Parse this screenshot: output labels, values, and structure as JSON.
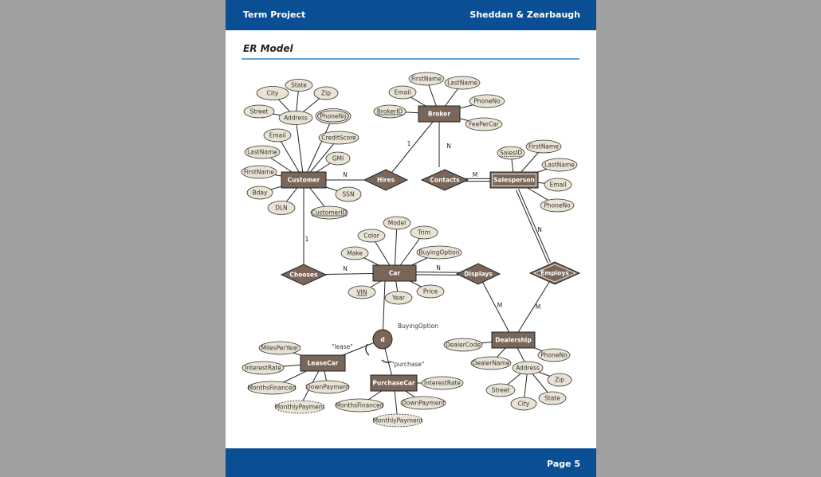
{
  "header": {
    "title": "Term Project",
    "authors": "Sheddan & Zearbaugh"
  },
  "section_title": "ER Model",
  "footer": {
    "page": "Page 5"
  },
  "colors": {
    "header_blue": "#0a4f93",
    "rule_blue": "#5ea4dd",
    "entity_fill": "#7a6659",
    "attribute_fill": "#e9e3d4"
  },
  "diagram": {
    "entities": [
      {
        "id": "customer",
        "label": "Customer"
      },
      {
        "id": "broker",
        "label": "Broker"
      },
      {
        "id": "salesperson",
        "label": "Salesperson"
      },
      {
        "id": "car",
        "label": "Car"
      },
      {
        "id": "dealership",
        "label": "Dealership"
      },
      {
        "id": "leasecar",
        "label": "LeaseCar"
      },
      {
        "id": "purchasecar",
        "label": "PurchaseCar"
      }
    ],
    "relationships": [
      {
        "id": "hires",
        "label": "Hires"
      },
      {
        "id": "contacts",
        "label": "Contacts"
      },
      {
        "id": "chooses",
        "label": "Chooses"
      },
      {
        "id": "displays",
        "label": "Displays"
      },
      {
        "id": "employs",
        "label": "Employs"
      }
    ],
    "attributes": [
      {
        "id": "cust-city",
        "label": "City"
      },
      {
        "id": "cust-state",
        "label": "State"
      },
      {
        "id": "cust-zip",
        "label": "Zip"
      },
      {
        "id": "cust-street",
        "label": "Street"
      },
      {
        "id": "cust-address",
        "label": "Address"
      },
      {
        "id": "cust-phoneno",
        "label": "PhoneNo"
      },
      {
        "id": "cust-email",
        "label": "Email"
      },
      {
        "id": "cust-creditscore",
        "label": "CreditScore"
      },
      {
        "id": "cust-lastname",
        "label": "LastName"
      },
      {
        "id": "cust-gmi",
        "label": "GMI"
      },
      {
        "id": "cust-firstname",
        "label": "FirstName"
      },
      {
        "id": "cust-bday",
        "label": "Bday"
      },
      {
        "id": "cust-ssn",
        "label": "SSN"
      },
      {
        "id": "cust-dln",
        "label": "DLN"
      },
      {
        "id": "cust-customerid",
        "label": "CustomerID"
      },
      {
        "id": "brk-firstname",
        "label": "FirstName"
      },
      {
        "id": "brk-lastname",
        "label": "LastName"
      },
      {
        "id": "brk-email",
        "label": "Email"
      },
      {
        "id": "brk-phoneno",
        "label": "PhoneNo"
      },
      {
        "id": "brk-brokerid",
        "label": "BrokerID"
      },
      {
        "id": "brk-feepercar",
        "label": "FeePerCar"
      },
      {
        "id": "sp-salesid",
        "label": "SalesID"
      },
      {
        "id": "sp-firstname",
        "label": "FirstName"
      },
      {
        "id": "sp-lastname",
        "label": "LastName"
      },
      {
        "id": "sp-email",
        "label": "Email"
      },
      {
        "id": "sp-phoneno",
        "label": "PhoneNo"
      },
      {
        "id": "car-model",
        "label": "Model"
      },
      {
        "id": "car-color",
        "label": "Color"
      },
      {
        "id": "car-trim",
        "label": "Trim"
      },
      {
        "id": "car-make",
        "label": "Make"
      },
      {
        "id": "car-buyingoption",
        "label": "BuyingOption"
      },
      {
        "id": "car-vin",
        "label": "VIN"
      },
      {
        "id": "car-year",
        "label": "Year"
      },
      {
        "id": "car-price",
        "label": "Price"
      },
      {
        "id": "lc-milesperyear",
        "label": "MilesPerYear"
      },
      {
        "id": "lc-interestrate",
        "label": "InterestRate"
      },
      {
        "id": "lc-monthsfinanced",
        "label": "MonthsFinanced"
      },
      {
        "id": "lc-downpayment",
        "label": "DownPayment"
      },
      {
        "id": "lc-monthlypayment",
        "label": "MonthlyPayment"
      },
      {
        "id": "pc-interestrate",
        "label": "InterestRate"
      },
      {
        "id": "pc-monthsfinanced",
        "label": "MonthsFinanced"
      },
      {
        "id": "pc-downpayment",
        "label": "DownPayment"
      },
      {
        "id": "pc-monthlypayment",
        "label": "MonthlyPayment"
      },
      {
        "id": "dl-dealercode",
        "label": "DealerCode"
      },
      {
        "id": "dl-dealername",
        "label": "DealerName"
      },
      {
        "id": "dl-phoneno",
        "label": "PhoneNo"
      },
      {
        "id": "dl-address",
        "label": "Address"
      },
      {
        "id": "dl-zip",
        "label": "Zip"
      },
      {
        "id": "dl-street",
        "label": "Street"
      },
      {
        "id": "dl-state",
        "label": "State"
      },
      {
        "id": "dl-city",
        "label": "City"
      }
    ],
    "cardinalities": [
      {
        "id": "hires-broker",
        "label": "1"
      },
      {
        "id": "hires-customer",
        "label": "N"
      },
      {
        "id": "contacts-broker",
        "label": "N"
      },
      {
        "id": "contacts-salesperson",
        "label": "M"
      },
      {
        "id": "chooses-customer",
        "label": "1"
      },
      {
        "id": "chooses-car",
        "label": "N"
      },
      {
        "id": "displays-car",
        "label": "N"
      },
      {
        "id": "employs-salesperson",
        "label": "N"
      },
      {
        "id": "displays-dealership",
        "label": "M"
      },
      {
        "id": "employs-dealership",
        "label": "M"
      }
    ],
    "specialization": {
      "symbol": "d",
      "attribute": "BuyingOption",
      "lease_label": "\"lease\"",
      "purchase_label": "\"purchase\""
    }
  }
}
